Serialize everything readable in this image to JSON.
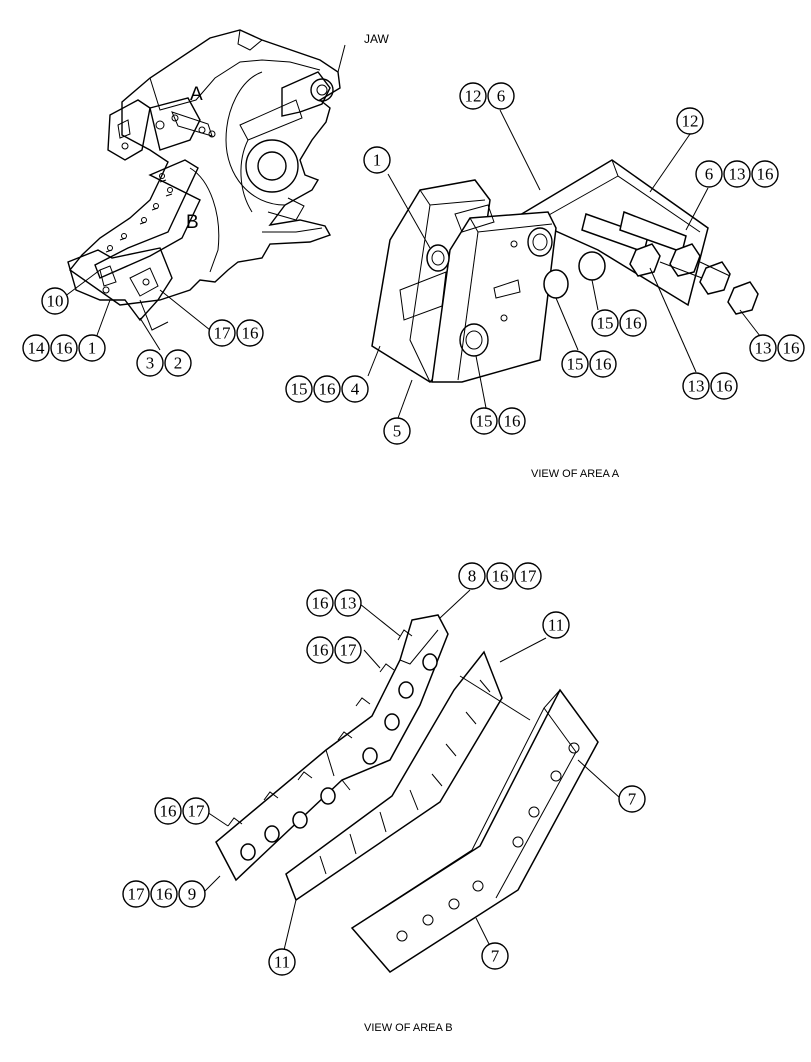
{
  "labels": {
    "jaw": "JAW",
    "area_a": "A",
    "area_b": "B",
    "caption_a": "VIEW OF AREA A",
    "caption_b": "VIEW OF AREA B"
  },
  "callout_groups": [
    {
      "id": "ov-10",
      "numbers": [
        "10"
      ]
    },
    {
      "id": "ov-14-16-1",
      "numbers": [
        "14",
        "16",
        "1"
      ]
    },
    {
      "id": "ov-3-2",
      "numbers": [
        "3",
        "2"
      ]
    },
    {
      "id": "ov-17-16",
      "numbers": [
        "17",
        "16"
      ]
    },
    {
      "id": "a-12-6",
      "numbers": [
        "12",
        "6"
      ]
    },
    {
      "id": "a-1",
      "numbers": [
        "1"
      ]
    },
    {
      "id": "a-12",
      "numbers": [
        "12"
      ]
    },
    {
      "id": "a-6-13-16",
      "numbers": [
        "6",
        "13",
        "16"
      ]
    },
    {
      "id": "a-15-16-right",
      "numbers": [
        "15",
        "16"
      ]
    },
    {
      "id": "a-15-16-mid",
      "numbers": [
        "15",
        "16"
      ]
    },
    {
      "id": "a-13-16-right",
      "numbers": [
        "13",
        "16"
      ]
    },
    {
      "id": "a-13-16-low",
      "numbers": [
        "13",
        "16"
      ]
    },
    {
      "id": "a-15-16-4",
      "numbers": [
        "15",
        "16",
        "4"
      ]
    },
    {
      "id": "a-5",
      "numbers": [
        "5"
      ]
    },
    {
      "id": "a-15-16-low",
      "numbers": [
        "15",
        "16"
      ]
    },
    {
      "id": "b-8-16-17",
      "numbers": [
        "8",
        "16",
        "17"
      ]
    },
    {
      "id": "b-16-13",
      "numbers": [
        "16",
        "13"
      ]
    },
    {
      "id": "b-11-top",
      "numbers": [
        "11"
      ]
    },
    {
      "id": "b-16-17-a",
      "numbers": [
        "16",
        "17"
      ]
    },
    {
      "id": "b-7-right",
      "numbers": [
        "7"
      ]
    },
    {
      "id": "b-16-17-b",
      "numbers": [
        "16",
        "17"
      ]
    },
    {
      "id": "b-17-16-9",
      "numbers": [
        "17",
        "16",
        "9"
      ]
    },
    {
      "id": "b-11-low",
      "numbers": [
        "11"
      ]
    },
    {
      "id": "b-7-low",
      "numbers": [
        "7"
      ]
    }
  ]
}
